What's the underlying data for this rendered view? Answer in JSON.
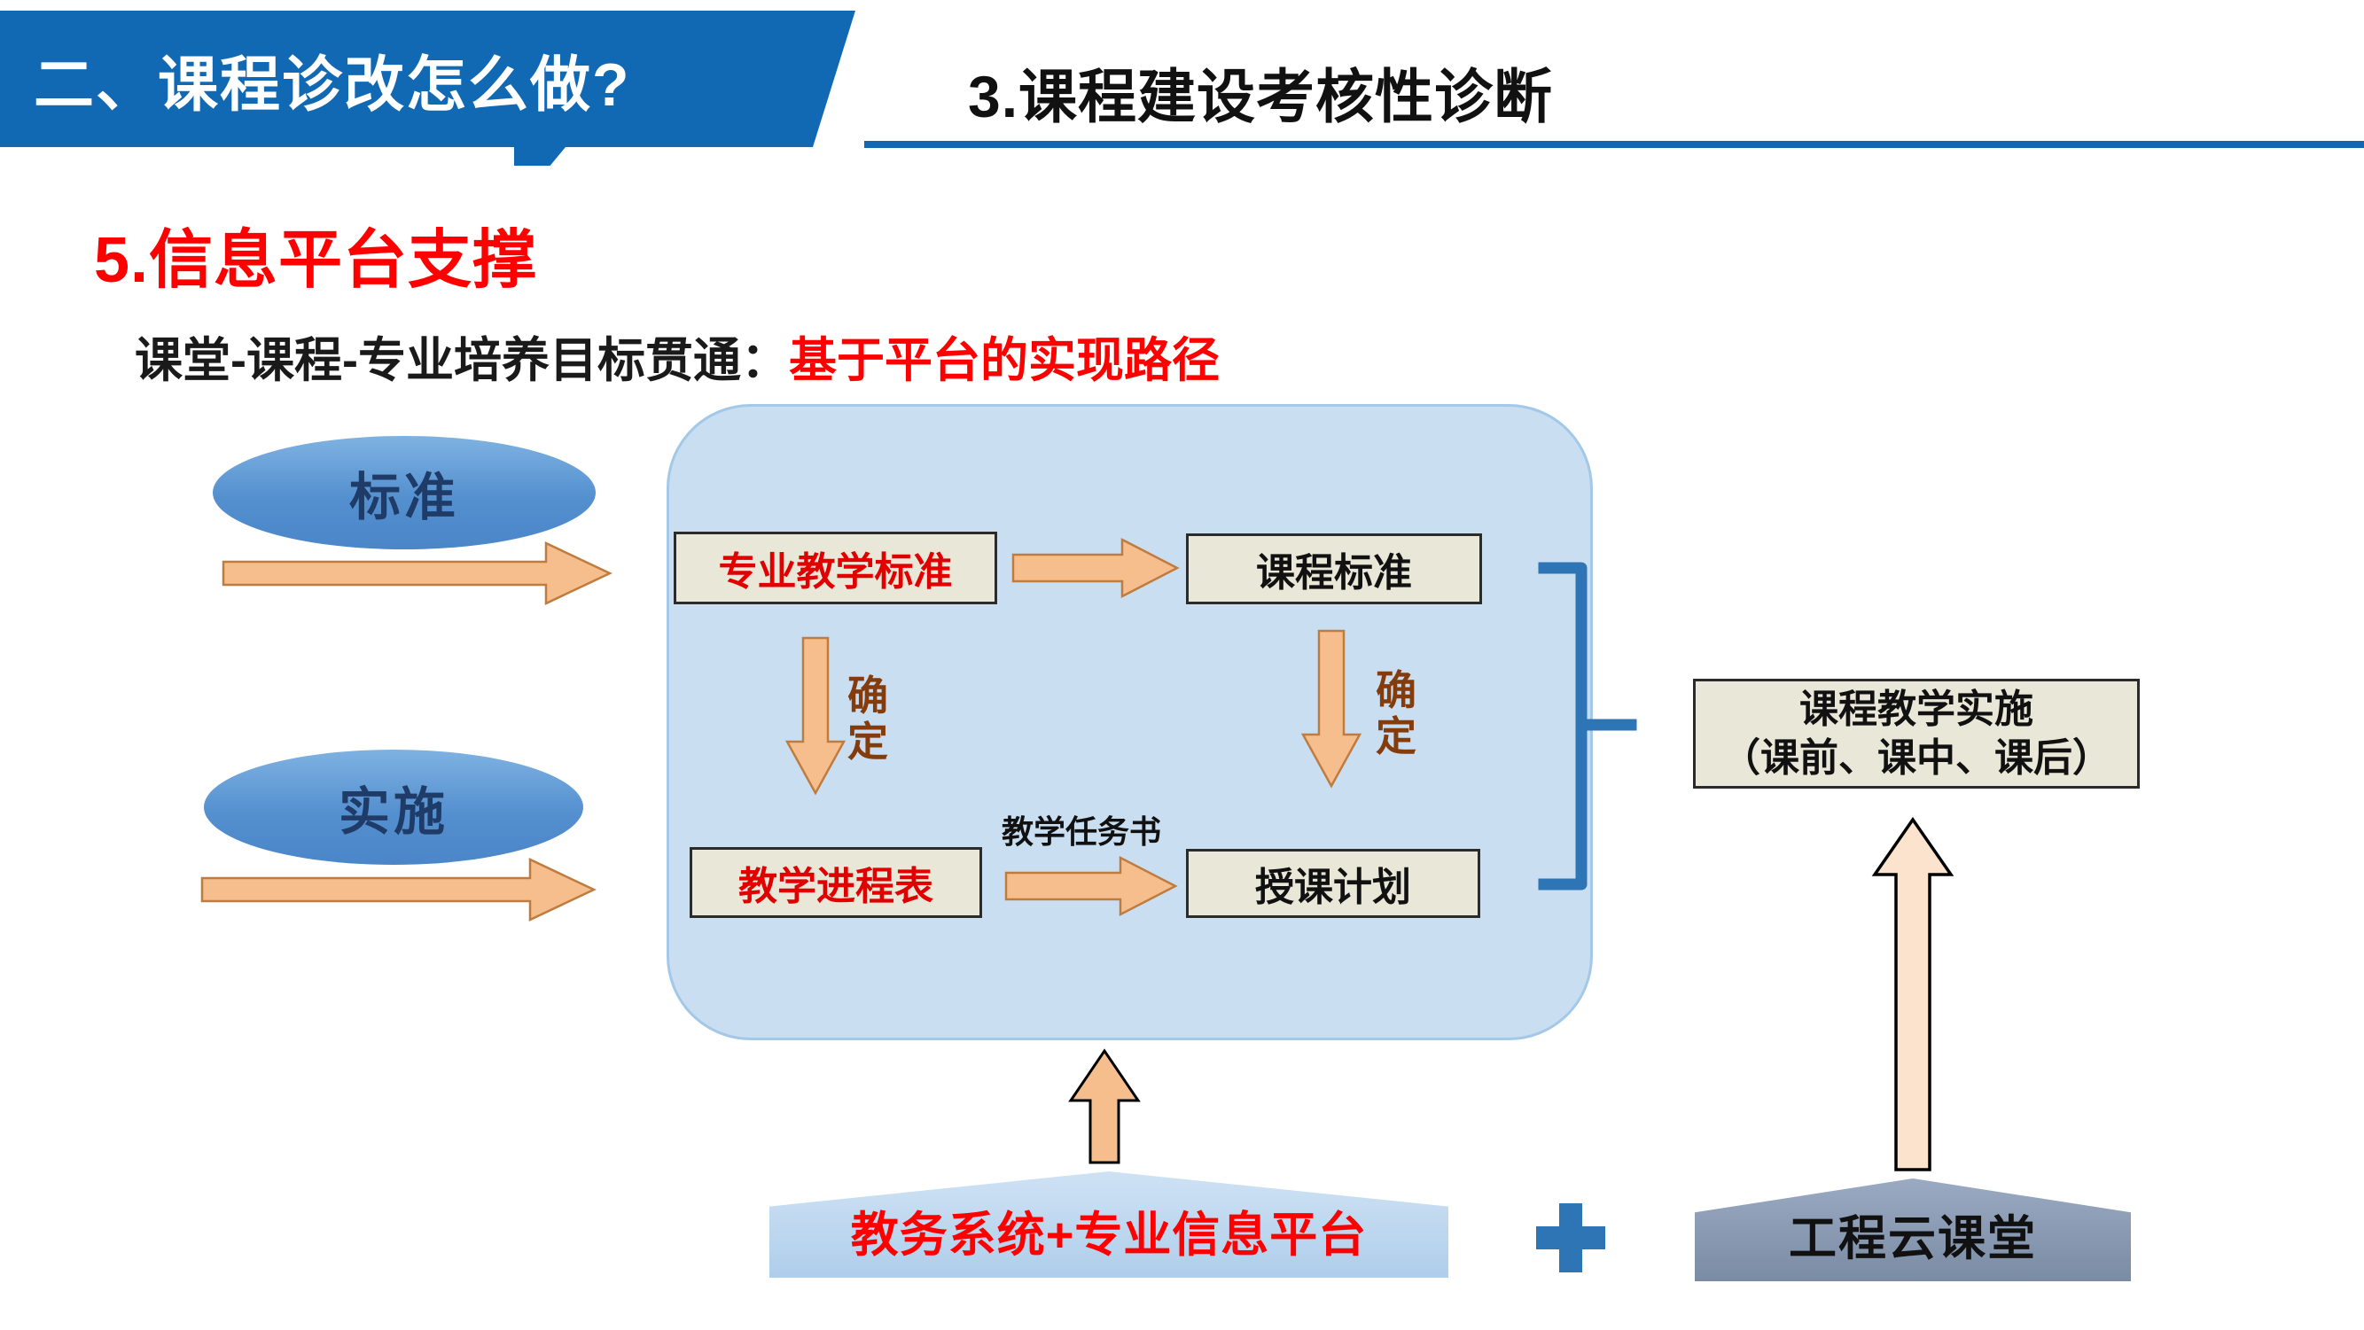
{
  "header": {
    "banner_title": "二、课程诊改怎么做?",
    "section_title": "3.课程建设考核性诊断"
  },
  "titles": {
    "main": "5.信息平台支撑",
    "subtitle_black": "课堂-课程-专业培养目标贯通：",
    "subtitle_red": "基于平台的实现路径"
  },
  "diagram": {
    "ellipse_standard": "标准",
    "ellipse_implement": "实施",
    "box_major_teaching_standard": "专业教学标准",
    "box_course_standard": "课程标准",
    "box_teaching_schedule": "教学进程表",
    "box_lesson_plan": "授课计划",
    "label_confirm_left": "确定",
    "label_confirm_right": "确定",
    "label_task_book": "教学任务书",
    "implementation_line1": "课程教学实施",
    "implementation_line2": "（课前、课中、课后）"
  },
  "bottom": {
    "platform_label": "教务系统+专业信息平台",
    "plus": "+",
    "cloud_label": "工程云课堂"
  },
  "colors": {
    "banner_blue": "#1169B4",
    "accent_red": "#FF0000",
    "panel_blue": "#C9DEF1",
    "box_beige": "#E9E7D8",
    "arrow_peach": "#F6BE8D",
    "arrow_cream": "#FBE3CD",
    "bracket_blue": "#2E75B6",
    "platform_blue": "#B9D5EE",
    "cloud_gray": "#8293AD",
    "confirm_brown": "#843C0C"
  }
}
